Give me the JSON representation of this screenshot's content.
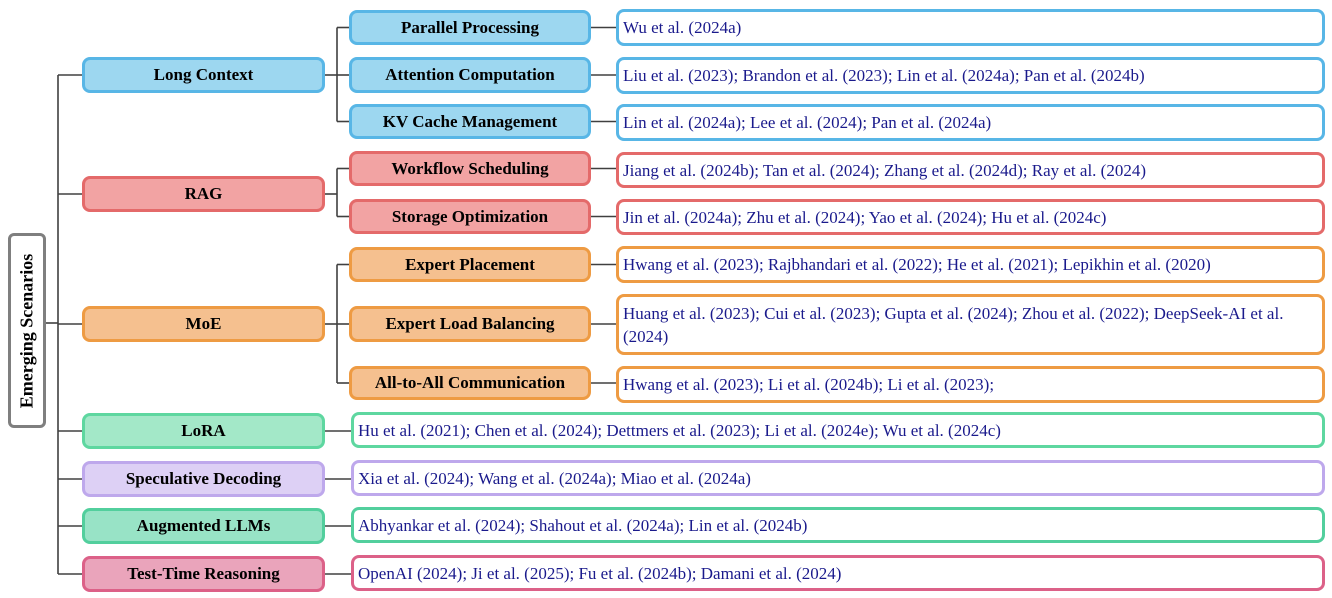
{
  "root": {
    "label": "Emerging Scenarios"
  },
  "palette": {
    "blue": {
      "fill": "#9dd7f0",
      "stroke": "#58b6e6"
    },
    "red": {
      "fill": "#f2a3a3",
      "stroke": "#e46a6a"
    },
    "orange": {
      "fill": "#f5c08f",
      "stroke": "#ee9b43"
    },
    "green": {
      "fill": "#a3e8c8",
      "stroke": "#5ed7a0"
    },
    "purple": {
      "fill": "#ddd0f5",
      "stroke": "#bea8ec"
    },
    "teal": {
      "fill": "#98e3c6",
      "stroke": "#52cf9d"
    },
    "pink": {
      "fill": "#eaa4bb",
      "stroke": "#dc6188"
    },
    "line": "#404040"
  },
  "categories": [
    {
      "label": "Long Context",
      "color": "blue",
      "subs": [
        {
          "label": "Parallel Processing",
          "refs": "Wu et al. (2024a)"
        },
        {
          "label": "Attention Computation",
          "refs": "Liu et al. (2023); Brandon et al. (2023); Lin et al. (2024a); Pan et al. (2024b)"
        },
        {
          "label": "KV Cache Management",
          "refs": "Lin et al. (2024a); Lee et al. (2024); Pan et al. (2024a)"
        }
      ]
    },
    {
      "label": "RAG",
      "color": "red",
      "subs": [
        {
          "label": "Workflow Scheduling",
          "refs": "Jiang et al. (2024b); Tan et al. (2024); Zhang et al. (2024d); Ray et al. (2024)"
        },
        {
          "label": "Storage Optimization",
          "refs": "Jin et al. (2024a); Zhu et al. (2024); Yao et al. (2024); Hu et al. (2024c)"
        }
      ]
    },
    {
      "label": "MoE",
      "color": "orange",
      "subs": [
        {
          "label": "Expert Placement",
          "refs": "Hwang et al. (2023); Rajbhandari et al. (2022); He et al. (2021); Lepikhin et al. (2020)"
        },
        {
          "label": "Expert Load Balancing",
          "refs": "Huang et al. (2023); Cui et al. (2023); Gupta et al. (2024); Zhou et al. (2022); DeepSeek-AI et al. (2024)"
        },
        {
          "label": "All-to-All Communication",
          "refs": "Hwang et al. (2023); Li et al. (2024b); Li et al. (2023);"
        }
      ]
    },
    {
      "label": "LoRA",
      "color": "green",
      "refs": "Hu et al. (2021); Chen et al. (2024); Dettmers et al. (2023); Li et al. (2024e); Wu et al. (2024c)"
    },
    {
      "label": "Speculative Decoding",
      "color": "purple",
      "refs": "Xia et al. (2024); Wang et al. (2024a); Miao et al. (2024a)"
    },
    {
      "label": "Augmented LLMs",
      "color": "teal",
      "refs": "Abhyankar et al. (2024); Shahout et al. (2024a); Lin et al. (2024b)"
    },
    {
      "label": "Test-Time Reasoning",
      "color": "pink",
      "refs": "OpenAI (2024); Ji et al. (2025); Fu et al. (2024b); Damani et al. (2024)"
    }
  ]
}
